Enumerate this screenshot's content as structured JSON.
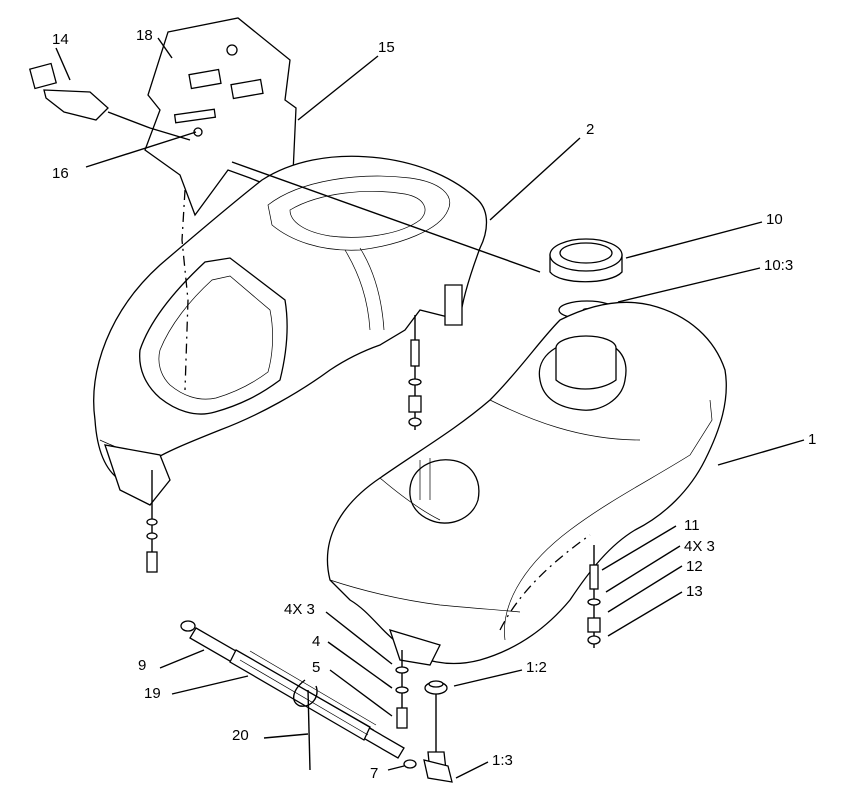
{
  "callouts": [
    {
      "id": "c14",
      "text": "14"
    },
    {
      "id": "c18",
      "text": "18"
    },
    {
      "id": "c15",
      "text": "15"
    },
    {
      "id": "c16",
      "text": "16"
    },
    {
      "id": "c2",
      "text": "2"
    },
    {
      "id": "c10",
      "text": "10"
    },
    {
      "id": "c10_3",
      "text": "10:3"
    },
    {
      "id": "c1",
      "text": "1"
    },
    {
      "id": "c11",
      "text": "11"
    },
    {
      "id": "c4x3r",
      "text": "4X 3"
    },
    {
      "id": "c12",
      "text": "12"
    },
    {
      "id": "c13",
      "text": "13"
    },
    {
      "id": "c4x3l",
      "text": "4X 3"
    },
    {
      "id": "c4",
      "text": "4"
    },
    {
      "id": "c5",
      "text": "5"
    },
    {
      "id": "c1_2",
      "text": "1:2"
    },
    {
      "id": "c9",
      "text": "9"
    },
    {
      "id": "c19",
      "text": "19"
    },
    {
      "id": "c20",
      "text": "20"
    },
    {
      "id": "c7",
      "text": "7"
    },
    {
      "id": "c1_3",
      "text": "1:3"
    }
  ]
}
